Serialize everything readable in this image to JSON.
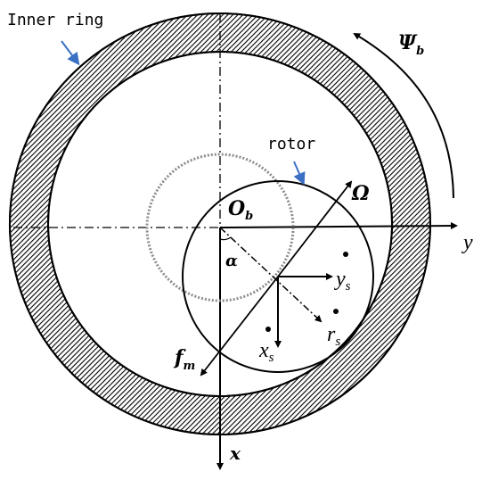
{
  "diagram": {
    "inner_ring_label": "Inner ring",
    "rotor_label": "rotor",
    "center_label": {
      "main": "O",
      "sub": "b"
    },
    "psi_label": {
      "main": "Ψ",
      "sub": "b"
    },
    "omega_label": "Ω",
    "y_axis_label": "y",
    "x_axis_label": "x",
    "alpha_label": "α",
    "force_label": {
      "main": "f",
      "sub": "m"
    },
    "ys_label": {
      "main": "y",
      "sub": "s"
    },
    "xs_label": {
      "main": "x",
      "sub": "s"
    },
    "rs_label": {
      "main": "r",
      "sub": "s"
    }
  },
  "colors": {
    "annotation_arrow": "#3a6fc4",
    "stroke": "#000000",
    "dotted_circle": "#8c8c8c"
  }
}
